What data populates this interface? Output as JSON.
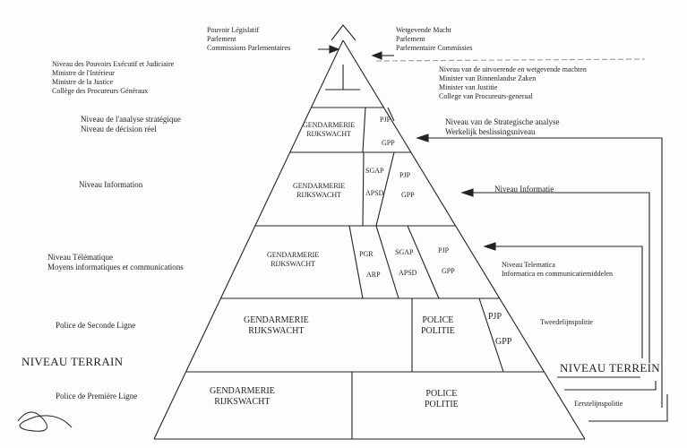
{
  "top_left": {
    "lines": [
      "Pouvoir Législatif",
      "Parlement",
      "Commissions Parlementaires"
    ]
  },
  "top_right": {
    "lines": [
      "Wetgevende Macht",
      "Parlement",
      "Parlementaire Commissies"
    ]
  },
  "exec_fr": {
    "lines": [
      "Niveau des Pouvoirs Exécutif et Judiciaire",
      "Ministre de l'Intérieur",
      "Ministre de la Justice",
      "Collège des Procureurs Généraux"
    ]
  },
  "exec_nl": {
    "lines": [
      "Niveau van de uitvoerende en wetgevende machten",
      "Minister van Binnenlandse Zaken",
      "Minister van Justitie",
      "College van Procureurs-generaal"
    ]
  },
  "left_labels": {
    "strategic": [
      "Niveau de l'analyse stratégique",
      "Niveau de décision réel"
    ],
    "information": "Niveau Information",
    "telematic": [
      "Niveau Télématique",
      "Moyens informatiques et communications"
    ],
    "second_line": "Police de Seconde Ligne",
    "terrain": "NIVEAU TERRAIN",
    "first_line": "Police de Première Ligne"
  },
  "right_labels": {
    "strategic": [
      "Niveau van de Strategische analyse",
      "Werkelijk beslissingsniveau"
    ],
    "information": "Niveau Informatie",
    "telematic": [
      "Niveau Telematica",
      "Informatica en communicatiemiddelen"
    ],
    "second_line": "Tweedelijnspolitie",
    "terrain": "NIVEAU TERREIN",
    "first_line": "Eerstelijnspolitie"
  },
  "pyramid": {
    "gendarmerie": [
      "GENDARMERIE",
      "RIJKSWACHT"
    ],
    "police": [
      "POLICE",
      "POLITIE"
    ],
    "pjp": "PJP",
    "gpp": "GPP",
    "sgap": "SGAP",
    "apsd": "APSD",
    "pgr": "PGR",
    "arp": "ARP"
  }
}
